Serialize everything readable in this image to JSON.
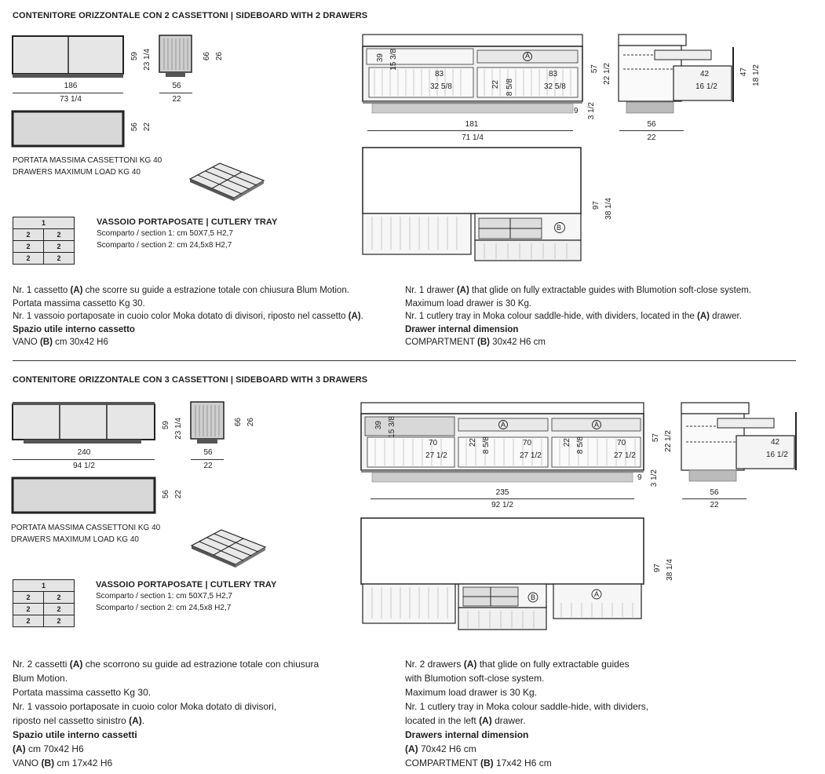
{
  "s1": {
    "title": "CONTENITORE ORIZZONTALE CON 2 CASSETTONI | SIDEBOARD WITH 2 DRAWERS",
    "dims": {
      "width_cm": "186",
      "width_in": "73 1/4",
      "depth_cm": "56",
      "depth_in": "22",
      "h_cm": "59",
      "h_in": "23 1/4",
      "h2_cm": "66",
      "h2_in": "26",
      "top_depth_cm": "56",
      "top_depth_in": "22"
    },
    "load_it": "PORTATA MASSIMA CASSETTONI KG 40",
    "load_en": "DRAWERS MAXIMUM LOAD KG 40",
    "tray_title": "VASSOIO PORTAPOSATE | CUTLERY TRAY",
    "tray_s1": "Scomparto / section 1: cm 50X7,5 H2,7",
    "tray_s2": "Scomparto / section 2: cm 24,5x8 H2,7",
    "tray_grid": {
      "top": "1",
      "cell": "2"
    },
    "front": {
      "a": "A",
      "d39": "39",
      "d15": "15 3/8",
      "d83a": "83",
      "d32a": "32 5/8",
      "d22": "22",
      "d8": "8 5/8",
      "d83b": "83",
      "d32b": "32 5/8",
      "w181": "181",
      "w71": "71 1/4",
      "h57": "57",
      "h22": "22 1/2",
      "h9": "9",
      "h3": "3 1/2"
    },
    "side": {
      "d42": "42",
      "d16": "16 1/2",
      "h47": "47",
      "h18": "18 1/2",
      "w56": "56",
      "w22": "22"
    },
    "open": {
      "h97": "97",
      "h38": "38 1/4",
      "b": "B"
    },
    "it_lines": [
      {
        "pre": "Nr. 1 cassetto ",
        "bold": "(A)",
        "post": " che scorre su guide a estrazione totale con chiusura Blum Motion."
      },
      {
        "pre": "Portata massima cassetto Kg 30.",
        "bold": "",
        "post": ""
      },
      {
        "pre": "Nr. 1 vassoio portaposate in cuoio color Moka dotato di divisori, riposto nel cassetto ",
        "bold": "(A)",
        "post": "."
      }
    ],
    "it_space_title": "Spazio utile interno cassetto",
    "it_space": {
      "pre": "VANO ",
      "bold": "(B)",
      "post": " cm 30x42 H6"
    },
    "en_lines": [
      {
        "pre": "Nr. 1 drawer ",
        "bold": "(A)",
        "post": " that glide on fully extractable guides with Blumotion soft-close system."
      },
      {
        "pre": "Maximum load drawer is 30 Kg.",
        "bold": "",
        "post": ""
      },
      {
        "pre": "Nr. 1 cutlery tray in Moka colour saddle-hide, with dividers, located in the ",
        "bold": "(A)",
        "post": " drawer."
      }
    ],
    "en_space_title": "Drawer internal dimension",
    "en_space": {
      "pre": "COMPARTMENT ",
      "bold": "(B)",
      "post": " 30x42 H6 cm"
    }
  },
  "s2": {
    "title": "CONTENITORE ORIZZONTALE CON 3 CASSETTONI | SIDEBOARD WITH 3 DRAWERS",
    "dims": {
      "width_cm": "240",
      "width_in": "94 1/2",
      "depth_cm": "56",
      "depth_in": "22",
      "h_cm": "59",
      "h_in": "23 1/4",
      "h2_cm": "66",
      "h2_in": "26",
      "top_depth_cm": "56",
      "top_depth_in": "22"
    },
    "load_it": "PORTATA MASSIMA CASSETTONI KG 40",
    "load_en": "DRAWERS MAXIMUM LOAD KG 40",
    "tray_title": "VASSOIO PORTAPOSATE | CUTLERY TRAY",
    "tray_s1": "Scomparto / section 1: cm 50X7,5 H2,7",
    "tray_s2": "Scomparto / section 2: cm 24,5x8 H2,7",
    "front": {
      "a": "A",
      "d39": "39",
      "d15": "15 3/8",
      "d70": "70",
      "d27": "27 1/2",
      "d22": "22",
      "d8": "8 5/8",
      "w235": "235",
      "w92": "92 1/2",
      "h57": "57",
      "h22": "22 1/2",
      "h9": "9",
      "h3": "3 1/2"
    },
    "side": {
      "d42": "42",
      "d16": "16 1/2",
      "w56": "56",
      "w22": "22"
    },
    "open": {
      "h97": "97",
      "h38": "38 1/4",
      "b": "B",
      "a": "A"
    },
    "it_lines": [
      {
        "pre": "Nr. 2 cassetti ",
        "bold": "(A)",
        "post": " che scorrono su guide ad estrazione totale con chiusura"
      },
      {
        "pre": "Blum Motion.",
        "bold": "",
        "post": ""
      },
      {
        "pre": "Portata massima cassetto Kg 30.",
        "bold": "",
        "post": ""
      },
      {
        "pre": "Nr. 1 vassoio portaposate in cuoio color Moka dotato di divisori,",
        "bold": "",
        "post": ""
      },
      {
        "pre": "riposto nel cassetto sinistro ",
        "bold": "(A)",
        "post": "."
      }
    ],
    "it_space_title": "Spazio utile interno cassetti",
    "it_space_a": {
      "pre": "",
      "bold": "(A)",
      "post": " cm 70x42 H6"
    },
    "it_space": {
      "pre": "VANO ",
      "bold": "(B)",
      "post": " cm 17x42 H6"
    },
    "en_lines": [
      {
        "pre": "Nr. 2 drawers ",
        "bold": "(A)",
        "post": " that glide on fully extractable guides"
      },
      {
        "pre": "with Blumotion soft-close system.",
        "bold": "",
        "post": ""
      },
      {
        "pre": "Maximum load drawer is 30 Kg.",
        "bold": "",
        "post": ""
      },
      {
        "pre": "Nr. 1 cutlery tray in Moka colour saddle-hide, with dividers,",
        "bold": "",
        "post": ""
      },
      {
        "pre": "located in the left ",
        "bold": "(A)",
        "post": " drawer."
      }
    ],
    "en_space_title": "Drawers internal dimension",
    "en_space_a": {
      "pre": "",
      "bold": "(A)",
      "post": " 70x42 H6 cm"
    },
    "en_space": {
      "pre": "COMPARTMENT ",
      "bold": "(B)",
      "post": " 17x42 H6 cm"
    }
  }
}
